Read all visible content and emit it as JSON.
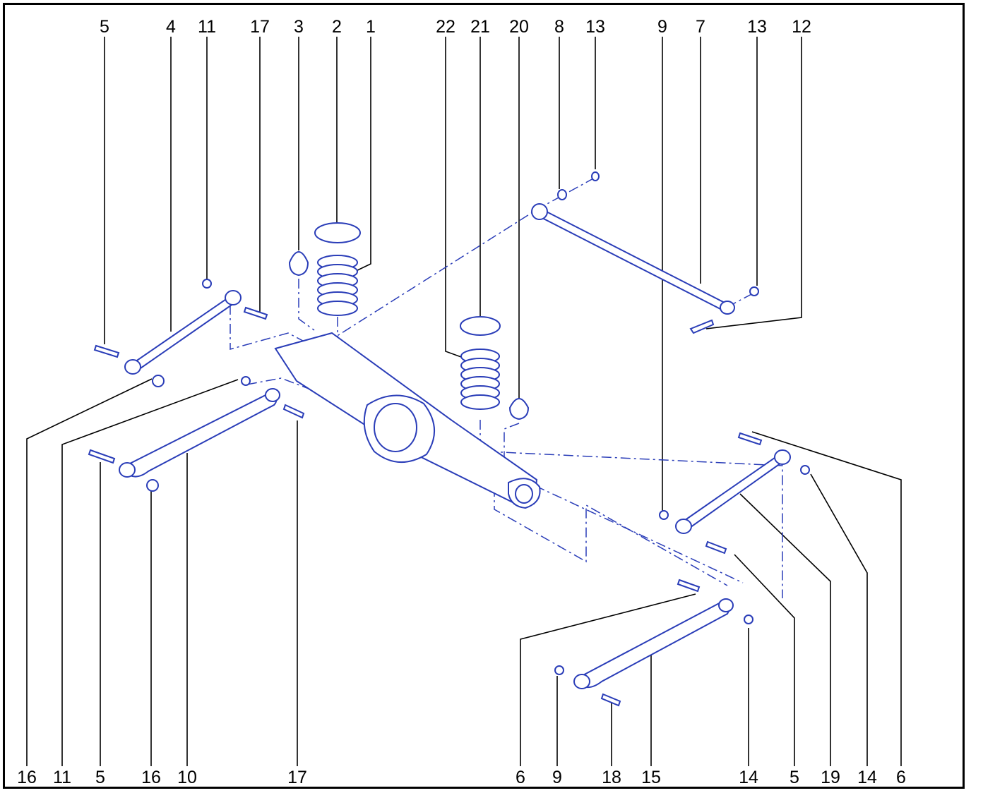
{
  "diagram": {
    "top_labels": [
      "5",
      "4",
      "11",
      "17",
      "3",
      "2",
      "1",
      "22",
      "21",
      "20",
      "8",
      "13",
      "9",
      "7",
      "13",
      "12"
    ],
    "bottom_labels": [
      "16",
      "11",
      "5",
      "16",
      "10",
      "17",
      "6",
      "9",
      "18",
      "15",
      "14",
      "5",
      "19",
      "14",
      "6"
    ],
    "colors": {
      "part_line": "#2a3db8",
      "leader": "#000000",
      "frame": "#000000"
    }
  }
}
